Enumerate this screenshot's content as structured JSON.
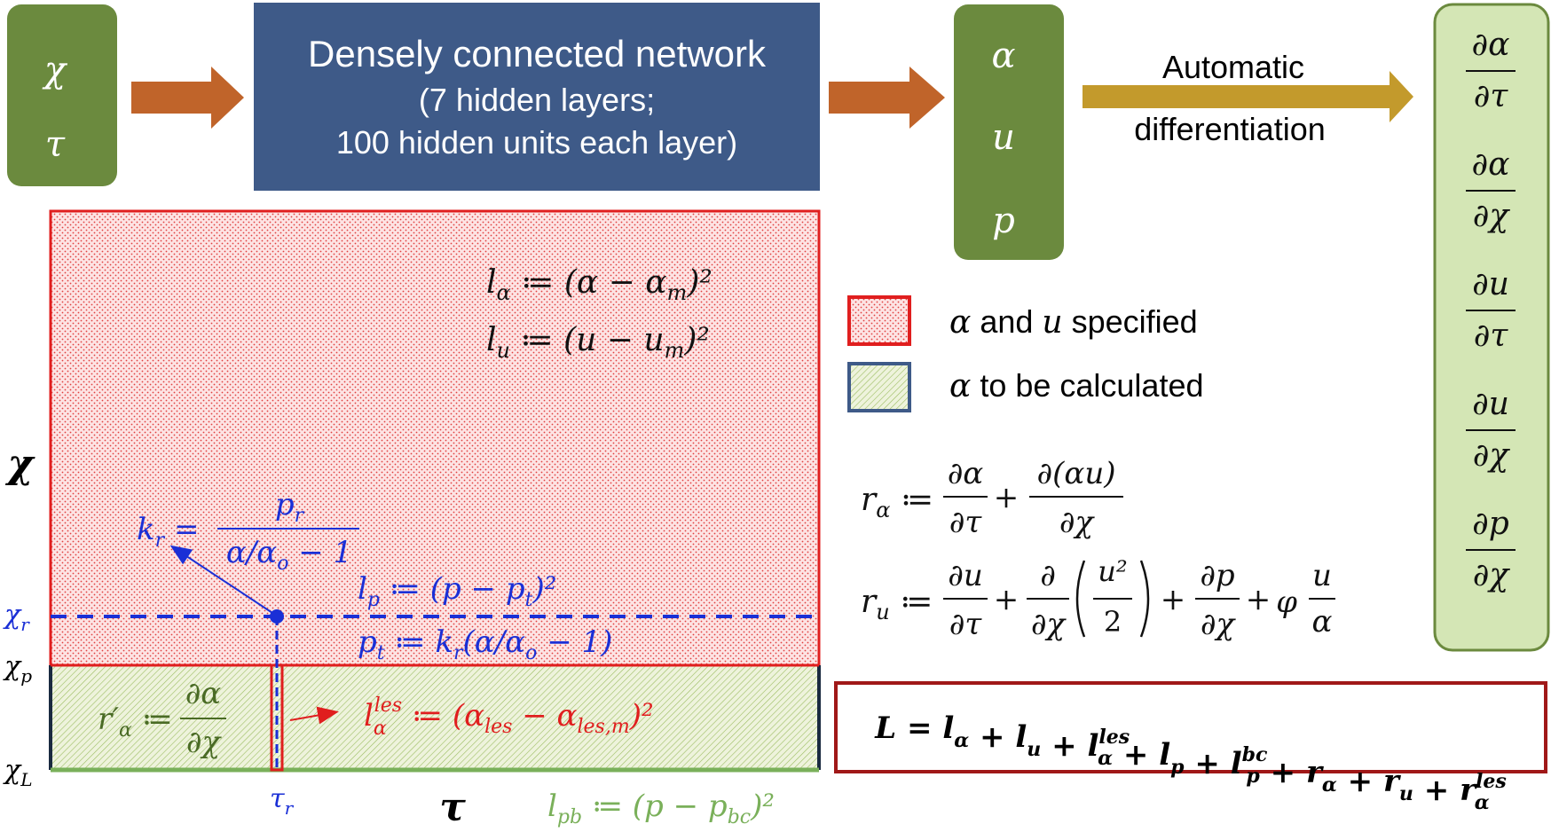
{
  "inputs": {
    "var1": "χ",
    "var2": "τ"
  },
  "network": {
    "title": "Densely connected network",
    "line1": "(7 hidden layers;",
    "line2": "100 hidden units each layer)"
  },
  "outputs": {
    "var1": "α",
    "var2": "u",
    "var3": "p"
  },
  "autodiff": {
    "line1": "Automatic",
    "line2": "differentiation"
  },
  "derivatives": [
    {
      "num": "∂α",
      "den": "∂τ"
    },
    {
      "num": "∂α",
      "den": "∂χ"
    },
    {
      "num": "∂u",
      "den": "∂τ"
    },
    {
      "num": "∂u",
      "den": "∂χ"
    },
    {
      "num": "∂p",
      "den": "∂χ"
    }
  ],
  "legend": {
    "specified_var": "α",
    "specified_mid": " and ",
    "specified_var2": "u",
    "specified_end": " specified",
    "calculated_var": "α",
    "calculated_end": " to be calculated"
  },
  "domain": {
    "axis_chi": "χ",
    "axis_tau": "τ",
    "chi_r": "χ",
    "chi_r_sub": "r",
    "chi_p": "χ",
    "chi_p_sub": "p",
    "chi_L": "χ",
    "chi_L_sub": "L",
    "tau_r": "τ",
    "tau_r_sub": "r"
  },
  "equations": {
    "l_alpha": {
      "lhs": "l",
      "sub": "α",
      "rhs": " ≔ (α − α",
      "rsub": "m",
      "end": ")²"
    },
    "l_u": {
      "lhs": "l",
      "sub": "u",
      "rhs": " ≔ (u − u",
      "rsub": "m",
      "end": ")²"
    },
    "k_r": {
      "lhs": "k",
      "sub": "r",
      "eq": " =",
      "num": "p",
      "num_sub": "r",
      "den": "α/α",
      "den_sub": "o",
      "den_end": " − 1"
    },
    "l_p": {
      "lhs": "l",
      "sub": "p",
      "rhs": " ≔ (p − p",
      "rsub": "t",
      "end": ")²"
    },
    "p_t": {
      "lhs": "p",
      "sub": "t",
      "rhs": " ≔ k",
      "rsub": "r",
      "end": "(α/α",
      "esub": "o",
      "tail": " − 1)"
    },
    "r_alpha_prime": {
      "lhs": "r′",
      "sub": "α",
      "eq": " ≔",
      "num": "∂α",
      "den": "∂χ"
    },
    "l_les": {
      "lhs": "l",
      "sub": "α",
      "sup": "les",
      "rhs": " ≔ (α",
      "rsub": "les",
      "mid": " − α",
      "msub": "les,m",
      "end": ")²"
    },
    "l_pb": {
      "lhs": "l",
      "sub": "pb",
      "rhs": " ≔ (p − p",
      "rsub": "bc",
      "end": ")²"
    },
    "r_alpha": {
      "lhs": "r",
      "sub": "α",
      "eq": " ≔",
      "f1_num": "∂α",
      "f1_den": "∂τ",
      "plus": "+",
      "f2_num": "∂(αu)",
      "f2_den": "∂χ"
    },
    "r_u": {
      "lhs": "r",
      "sub": "u",
      "eq": " ≔",
      "f1_num": "∂u",
      "f1_den": "∂τ",
      "plus": "+",
      "f2_num": "∂",
      "f2_den": "∂χ",
      "paren_num": "u²",
      "paren_den": "2",
      "f3_num": "∂p",
      "f3_den": "∂χ",
      "phi": "φ",
      "f4_num": "u",
      "f4_den": "α"
    },
    "L_total": "L = l_α + l_u + l_α^les + l_p + l_p^bc + r_α + r_u + r_α^les"
  },
  "colors": {
    "green_box": "#6b8a3e",
    "blue_box": "#3e5a88",
    "arrow_brown": "#c0642a",
    "arrow_gold": "#c39a2c",
    "light_green": "#dfeac6",
    "red": "#e01e1e",
    "blue_eq": "#1a2fd6",
    "green_eq": "#7ab05a",
    "dark_red": "#a01818"
  }
}
